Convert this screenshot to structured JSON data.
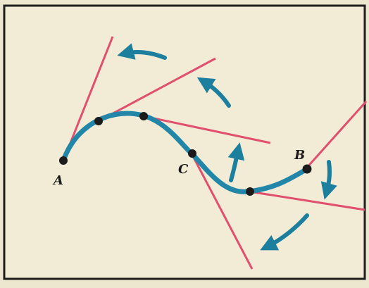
{
  "points": {
    "A": "A",
    "B": "B",
    "C": "C"
  },
  "colors": {
    "background": "#f1ebd3",
    "frame": "#1e1d1b",
    "curve": "#2186a8",
    "tangent": "#e0506e",
    "arrow": "#1d7f9e",
    "dot": "#1b1b1b"
  }
}
